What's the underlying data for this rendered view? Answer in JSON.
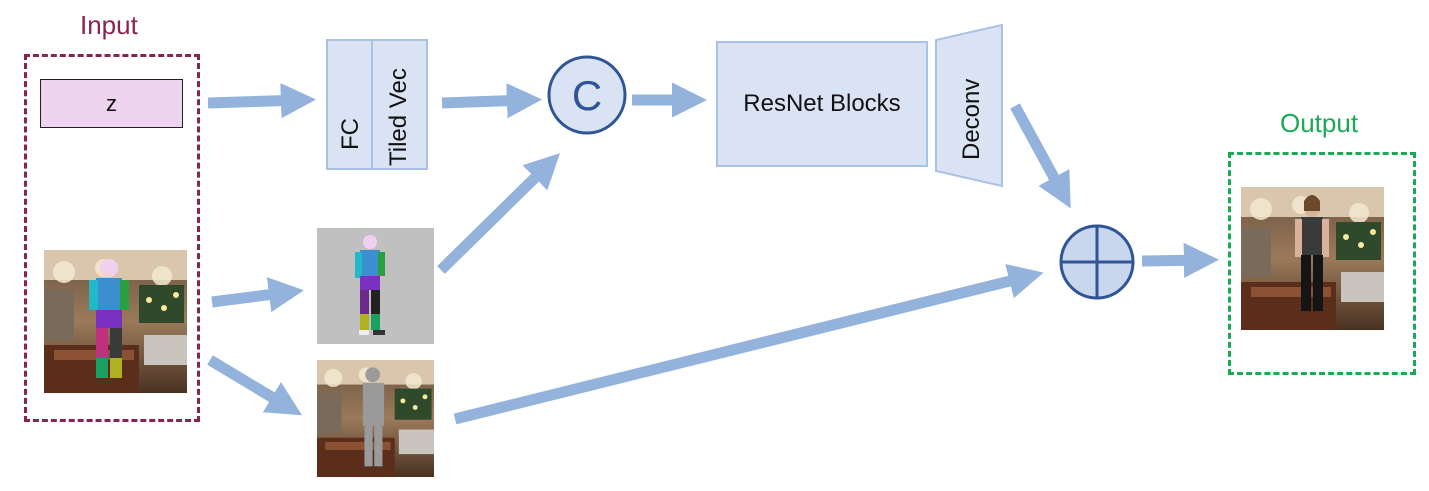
{
  "labels": {
    "input": "Input",
    "output": "Output",
    "z": "z",
    "fc": "FC",
    "tiled_vec": "Tiled Vec",
    "concat": "C",
    "resnet": "ResNet Blocks",
    "deconv": "Deconv"
  },
  "colors": {
    "input_border": "#8B2252",
    "output_border": "#1AAA55",
    "block_fill": "#DAE3F3",
    "block_border": "#A9C1E4",
    "arrow": "#93B3DC",
    "operator_fill": "#C9D7EE",
    "operator_stroke": "#2F5597",
    "z_fill": "#EED4EE"
  }
}
